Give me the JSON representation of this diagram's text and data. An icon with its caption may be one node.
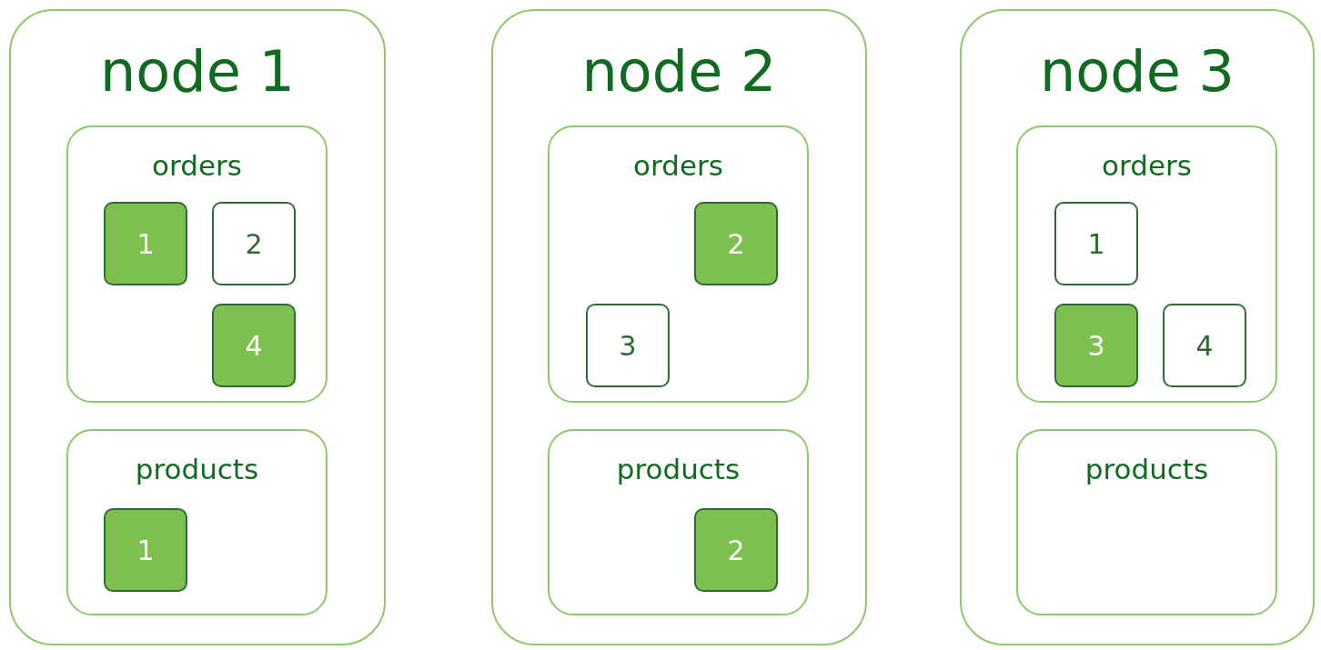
{
  "diagram": {
    "nodes": [
      {
        "text": [
          "node 1"
        ]
      },
      {
        "text": [
          "orders"
        ],
        "in": 0
      },
      {
        "text": [
          "1"
        ],
        "in": 1
      },
      {
        "text": [
          "2"
        ],
        "in": 1
      },
      {
        "text": [
          "4"
        ],
        "in": 1
      },
      {
        "text": [
          "products"
        ],
        "in": 0
      },
      {
        "text": [
          "1"
        ],
        "in": 5
      },
      {
        "text": [
          "node 2"
        ]
      },
      {
        "text": [
          "orders"
        ],
        "in": 7
      },
      {
        "text": [
          "2"
        ],
        "in": 8
      },
      {
        "text": [
          "3"
        ],
        "in": 8
      },
      {
        "text": [
          "products"
        ],
        "in": 7
      },
      {
        "text": [
          "2"
        ],
        "in": 11
      },
      {
        "text": [
          "node 3"
        ]
      },
      {
        "text": [
          "orders"
        ],
        "in": 13
      },
      {
        "text": [
          "1"
        ],
        "in": 14
      },
      {
        "text": [
          "3"
        ],
        "in": 14
      },
      {
        "text": [
          "4"
        ],
        "in": 14
      },
      {
        "text": [
          "products"
        ],
        "in": 13
      }
    ]
  }
}
